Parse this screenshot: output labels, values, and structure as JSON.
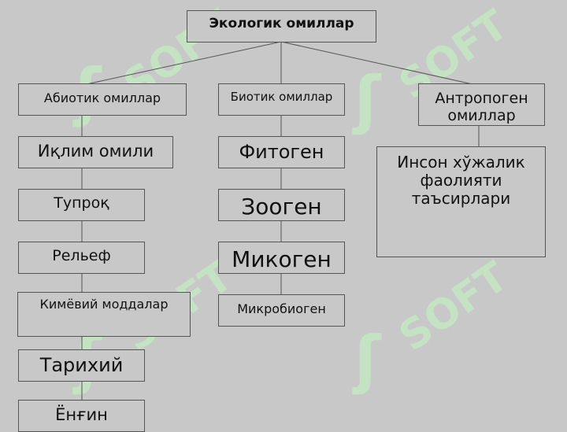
{
  "title": "Экологик омиллар",
  "categories": {
    "abiotic": "Абиотик омиллар",
    "biotic": "Биотик омиллар",
    "anthropogenic": "Антропоген омиллар"
  },
  "abiotic_items": [
    "Иқлим омили",
    "Тупроқ",
    "Рельеф",
    "Кимёвий моддалар",
    "Тарихий",
    "Ёнғин"
  ],
  "biotic_items": [
    "Фитоген",
    "Зооген",
    "Микоген",
    "Микробиоген"
  ],
  "anthropogenic_items": [
    "Инсон хўжалик фаолияти таъсирлари"
  ],
  "watermark": "SOFT",
  "colors": {
    "background": "#c8c8c8",
    "border": "#555555",
    "watermark": "#c3e6c3"
  }
}
